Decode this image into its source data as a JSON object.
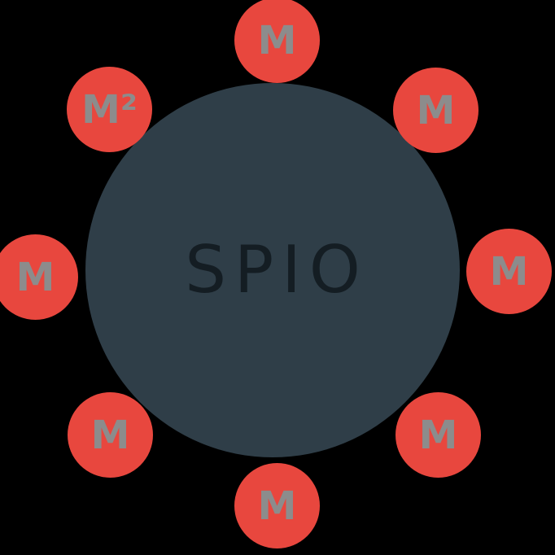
{
  "logo": {
    "hub": {
      "title": "SPIO"
    },
    "satellites": [
      {
        "position": "top",
        "label": "M"
      },
      {
        "position": "top-right",
        "label": "M"
      },
      {
        "position": "right",
        "label": "M"
      },
      {
        "position": "bottom-right",
        "label": "M"
      },
      {
        "position": "bottom",
        "label": "M"
      },
      {
        "position": "bottom-left",
        "label": "M"
      },
      {
        "position": "left",
        "label": "M"
      },
      {
        "position": "top-left",
        "label": "M²"
      }
    ]
  },
  "colors": {
    "background": "#000000",
    "hub": "#2f3e48",
    "hub_text": "#141d23",
    "satellite": "#e8473e",
    "satellite_text": "#8c8c8c"
  }
}
